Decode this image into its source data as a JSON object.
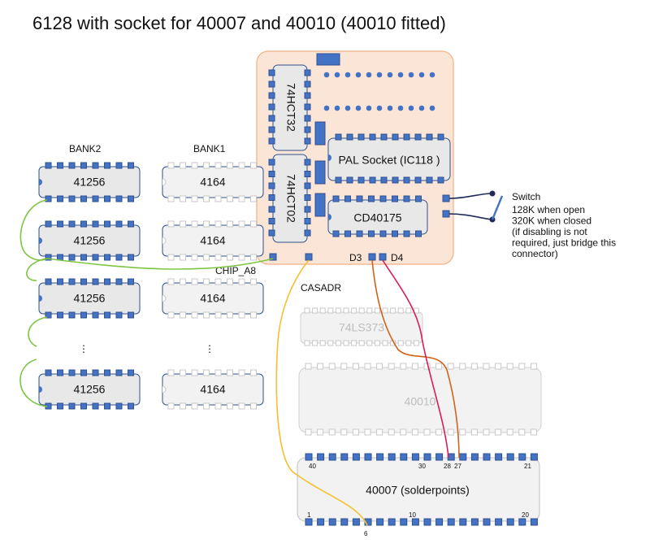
{
  "title": "6128 with socket for 40007 and 40010 (40010 fitted)",
  "colors": {
    "pin": "#4472c4",
    "pin_stroke": "#2f528f",
    "chip_fill": "#e8e8e8",
    "chip_stroke": "#2f528f",
    "board_fill": "#fbe5d6",
    "board_stroke": "#f4b183",
    "faint": "#c8c8c8",
    "green": "#7ec544",
    "yellow": "#f5bf30",
    "orange": "#d0641c",
    "magenta": "#d81b60",
    "switch_wire": "#1f2a5a"
  },
  "banks": {
    "bank2_label": "BANK2",
    "bank1_label": "BANK1",
    "bank2_chips": [
      "41256",
      "41256",
      "41256",
      "41256"
    ],
    "bank1_chips": [
      "4164",
      "4164",
      "4164",
      "4164"
    ],
    "ellipsis": "⋮"
  },
  "board": {
    "ic_74hct32": "74HCT32",
    "ic_74hct02": "74HCT02",
    "pal_socket": "PAL Socket (IC118 )",
    "cd40175": "CD40175",
    "d3": "D3",
    "d4": "D4"
  },
  "labels": {
    "chip_a8": "CHIP_A8",
    "casadr": "CASADR"
  },
  "switch": {
    "title": "Switch",
    "lines": [
      "128K when open",
      "320K when closed",
      "(if disabling is not",
      "required, just bridge this",
      "connector)"
    ]
  },
  "lower_chips": {
    "ls373": "74LS373",
    "c40010": "40010",
    "c40007": "40007 (solderpoints)",
    "pin_top": [
      "40",
      "30",
      "28",
      "27",
      "21"
    ],
    "pin_bottom": [
      "1",
      "6",
      "10",
      "20"
    ]
  }
}
